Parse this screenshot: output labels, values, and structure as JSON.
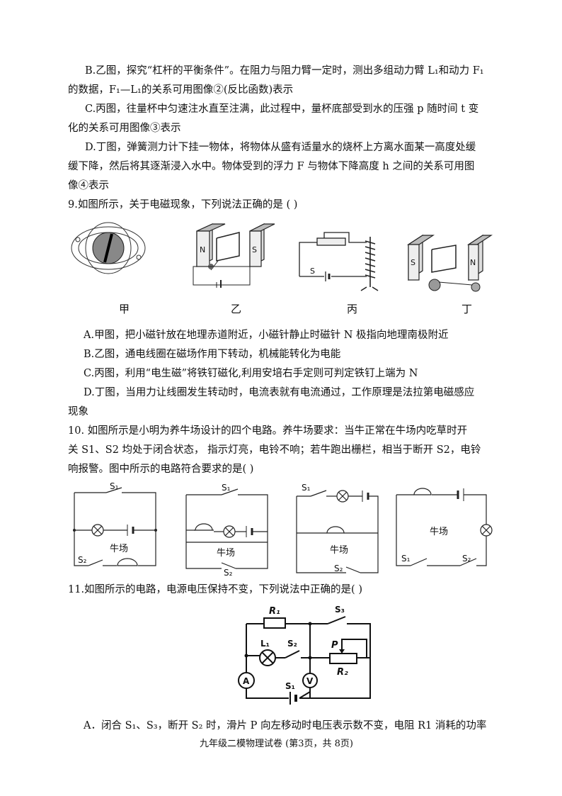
{
  "q8": {
    "b1": "B.乙图，探究“杠杆的平衡条件”。在阻力与阻力臂一定时，测出多组动力臂 L₁和动力 F₁",
    "b2": "的数据，F₁—L₁的关系可用图像②(反比函数)表示",
    "c1": "C.丙图，往量杯中匀速注水直至注满，此过程中，量杯底部受到水的压强 p 随时间 t 变",
    "c2": "化的关系可用图像③表示",
    "d1": "D.丁图，弹簧测力计下挂一物体，将物体从盛有适量水的烧杯上方离水面某一高度处缓",
    "d2": "缓下降，然后将其逐渐浸入水中。物体受到的浮力 F 与物体下降高度 h 之间的关系可用图",
    "d3": "像④表示"
  },
  "q9": {
    "stem": "9.如图所示，关于电磁现象，下列说法正确的是    (      )",
    "captions": [
      "甲",
      "乙",
      "丙",
      "丁"
    ],
    "fig_labels": {
      "n": "N",
      "s": "S",
      "sw": "S",
      "s_b": "S",
      "n_b": "N"
    },
    "a": "A.甲图，把小磁针放在地理赤道附近，小磁针静止时磁针 N 极指向地理南极附近",
    "b": "B.乙图，通电线圈在磁场作用下转动，机械能转化为电能",
    "c": "C.丙图，利用“电生磁”将铁钉磁化,利用安培右手定则可判定铁钉上端为 N",
    "d1": "D.丁图，当用力让线圈发生转动时，电流表就有电流通过，工作原理是法拉第电磁感应",
    "d2": "现象"
  },
  "q10": {
    "l1": "10.  如图所示是小明为养牛场设计的四个电路。养牛场要求：当牛正常在牛场内吃草时开",
    "l2": "关 S1、S2 均处于闭合状态，  指示灯亮，电铃不响；若牛跑出栅栏，相当于断开 S2，电铃",
    "l3": "响报警。图中所示的电路符合要求的是(           )",
    "field": "牛场",
    "s1": "S₁",
    "s2": "S₂"
  },
  "q11": {
    "stem": "11.如图所示的电路，电源电压保持不变，下列说法中正确的是(           )",
    "labels": {
      "r1": "R₁",
      "s3": "S₃",
      "l1": "L₁",
      "s2": "S₂",
      "p": "P",
      "r2": "R₂",
      "a": "A",
      "v": "V",
      "s1": "S₁"
    },
    "a": "A．闭合 S₁、S₃，断开 S₂ 时，滑片 P 向左移动时电压表示数不变，电阻 R1 消耗的功率"
  },
  "footer": "九年级二模物理试卷 (第3页，共 8页)"
}
